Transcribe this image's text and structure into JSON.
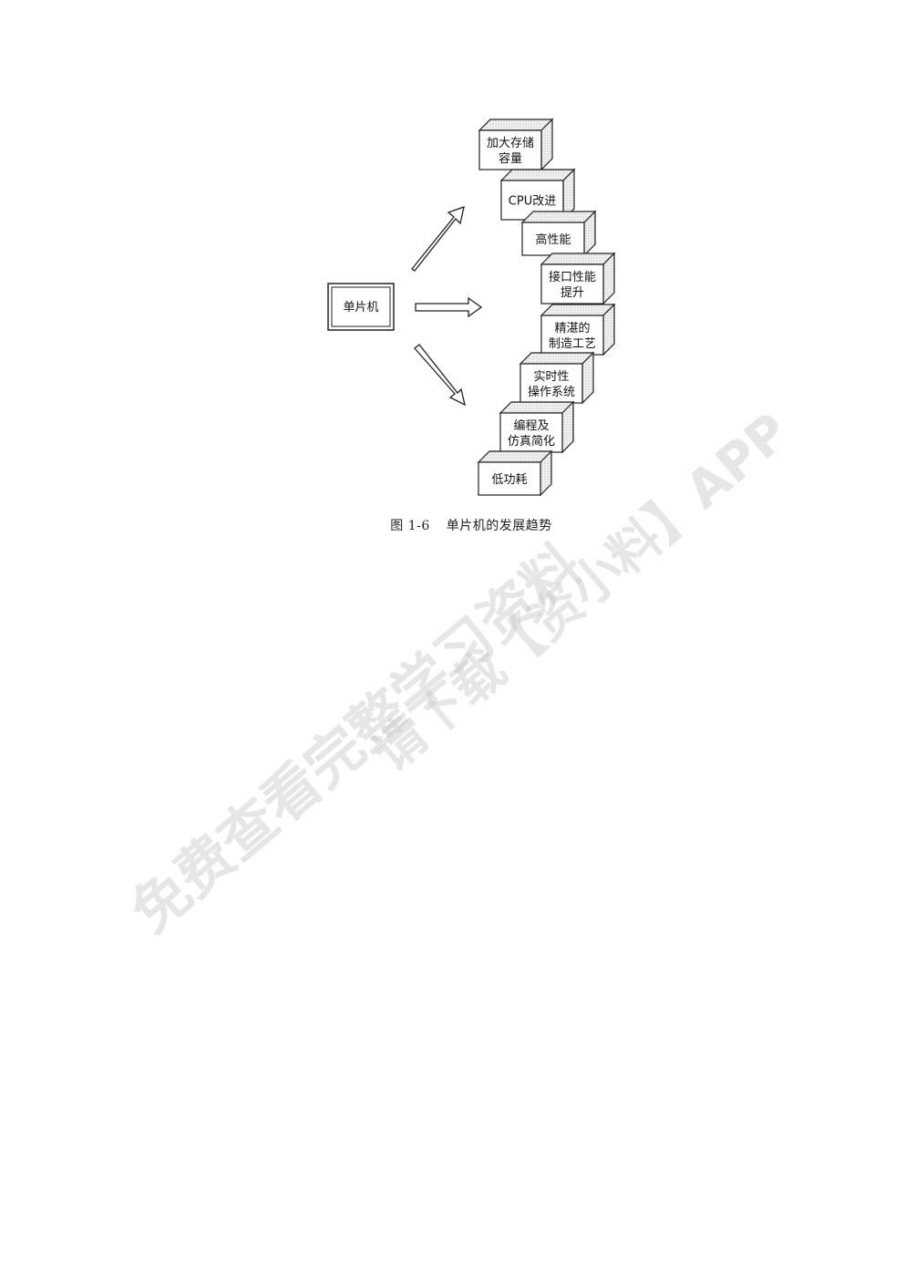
{
  "diagram": {
    "source_box": "单片机",
    "trend_blocks": [
      {
        "line1": "加大存储",
        "line2": "容量"
      },
      {
        "line1": "CPU改进",
        "line2": ""
      },
      {
        "line1": "高性能",
        "line2": ""
      },
      {
        "line1": "接口性能",
        "line2": "提升"
      },
      {
        "line1": "精湛的",
        "line2": "制造工艺"
      },
      {
        "line1": "实时性",
        "line2": "操作系统"
      },
      {
        "line1": "编程及",
        "line2": "仿真简化"
      },
      {
        "line1": "低功耗",
        "line2": ""
      }
    ]
  },
  "caption": {
    "number": "图 1-6",
    "title": "单片机的发展趋势"
  },
  "watermark": {
    "line1": "免费查看完整学习资料",
    "line2": "请下载【资小料】APP"
  }
}
